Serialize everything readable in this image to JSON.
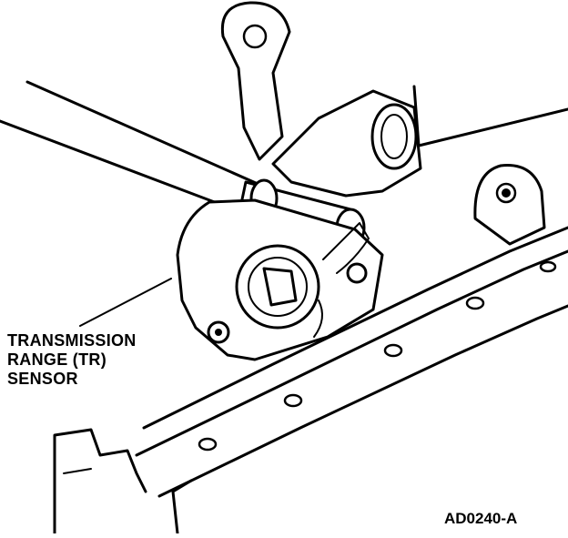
{
  "callout": {
    "line1": "TRANSMISSION",
    "line2": "RANGE (TR)",
    "line3": "SENSOR"
  },
  "figure_ref": "AD0240-A"
}
